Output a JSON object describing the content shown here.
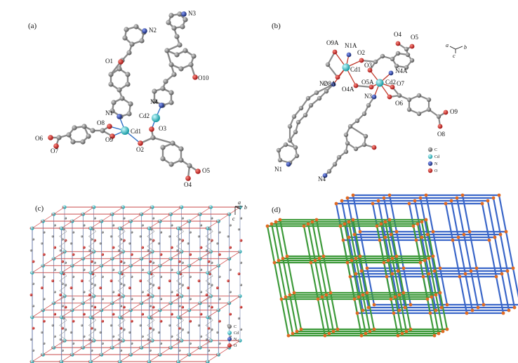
{
  "panels": {
    "a": {
      "label": "(a)",
      "atoms": [
        "N2",
        "N3",
        "O1",
        "O10",
        "N1",
        "N4",
        "Cd2",
        "O8",
        "Cd1",
        "O3",
        "O6",
        "O9",
        "O2",
        "O7",
        "O5",
        "O4"
      ]
    },
    "b": {
      "label": "(b)",
      "atoms": [
        "O4",
        "O5",
        "O9A",
        "N1A",
        "O2",
        "O3",
        "Cd1",
        "N4A",
        "O8A",
        "N2",
        "O5A",
        "Cd2",
        "O7",
        "O4A",
        "N3",
        "O6",
        "O9",
        "O8",
        "N1",
        "N4"
      ],
      "axes": {
        "a": "a",
        "b": "b",
        "c": "c"
      },
      "legend": [
        "C",
        "Cd",
        "N",
        "O"
      ]
    },
    "c": {
      "label": "(c)",
      "axes": {
        "a": "a",
        "b": "b",
        "c": "c"
      },
      "legend": [
        "C",
        "Cd",
        "N",
        "O"
      ]
    },
    "d": {
      "label": "(d)"
    }
  },
  "colors": {
    "carbon": "#7f7f7f",
    "cadmium": "#3ec9cf",
    "nitrogen": "#2845a8",
    "oxygen": "#d42a20",
    "net_blue": "#3a66c8",
    "net_green": "#3d9a3a",
    "node_orange": "#e06a22"
  }
}
